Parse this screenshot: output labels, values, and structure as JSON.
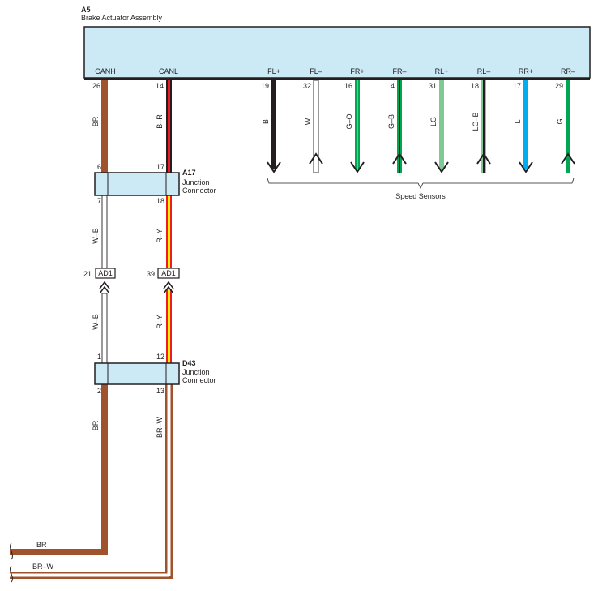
{
  "actuator": {
    "id": "A5",
    "name": "Brake Actuator Assembly",
    "fill": "#cce9f6",
    "pins": [
      {
        "label": "CANH",
        "number": "26"
      },
      {
        "label": "CANL",
        "number": "14"
      },
      {
        "label": "FL+",
        "number": "19"
      },
      {
        "label": "FL–",
        "number": "32"
      },
      {
        "label": "FR+",
        "number": "16"
      },
      {
        "label": "FR–",
        "number": "4"
      },
      {
        "label": "RL+",
        "number": "31"
      },
      {
        "label": "RL–",
        "number": "18"
      },
      {
        "label": "RR+",
        "number": "17"
      },
      {
        "label": "RR–",
        "number": "29"
      }
    ]
  },
  "speed_sensors": {
    "label": "Speed Sensors",
    "wires": [
      {
        "color_code": "B",
        "direction": "down",
        "colors": [
          "#231f20"
        ]
      },
      {
        "color_code": "W",
        "direction": "up",
        "colors": [
          "#ffffff"
        ]
      },
      {
        "color_code": "G–O",
        "direction": "down",
        "colors": [
          "#00a651",
          "#f7941d"
        ]
      },
      {
        "color_code": "G–B",
        "direction": "up",
        "colors": [
          "#00a651",
          "#231f20"
        ]
      },
      {
        "color_code": "LG",
        "direction": "down",
        "colors": [
          "#7fc995"
        ]
      },
      {
        "color_code": "LG–B",
        "direction": "up",
        "colors": [
          "#7fc995",
          "#231f20"
        ]
      },
      {
        "color_code": "L",
        "direction": "down",
        "colors": [
          "#00aeef"
        ]
      },
      {
        "color_code": "G",
        "direction": "up",
        "colors": [
          "#00a651"
        ]
      }
    ]
  },
  "junction_a17": {
    "id": "A17",
    "name_line1": "Junction",
    "name_line2": "Connector",
    "pin_in_left": "6",
    "pin_in_right": "17",
    "pin_out_left": "7",
    "pin_out_right": "18"
  },
  "connector_ad1": {
    "label": "AD1",
    "left_pin": "21",
    "right_pin": "39"
  },
  "junction_d43": {
    "id": "D43",
    "name_line1": "Junction",
    "name_line2": "Connector",
    "pin_in_left": "1",
    "pin_in_right": "12",
    "pin_out_left": "2",
    "pin_out_right": "13"
  },
  "wire_labels": {
    "canh_top": "BR",
    "canl_top": "B–R",
    "canh_mid": "W–B",
    "canl_mid": "R–Y",
    "canh_mid2": "W–B",
    "canl_mid2": "R–Y",
    "canh_bottom": "BR",
    "canl_bottom": "BR–W",
    "exit_upper": "BR",
    "exit_lower": "BR–W"
  },
  "colors": {
    "brown": "#a0522d",
    "black": "#231f20",
    "red": "#ed1c24",
    "yellow": "#fff200",
    "connector_fill": "#cce9f6"
  }
}
